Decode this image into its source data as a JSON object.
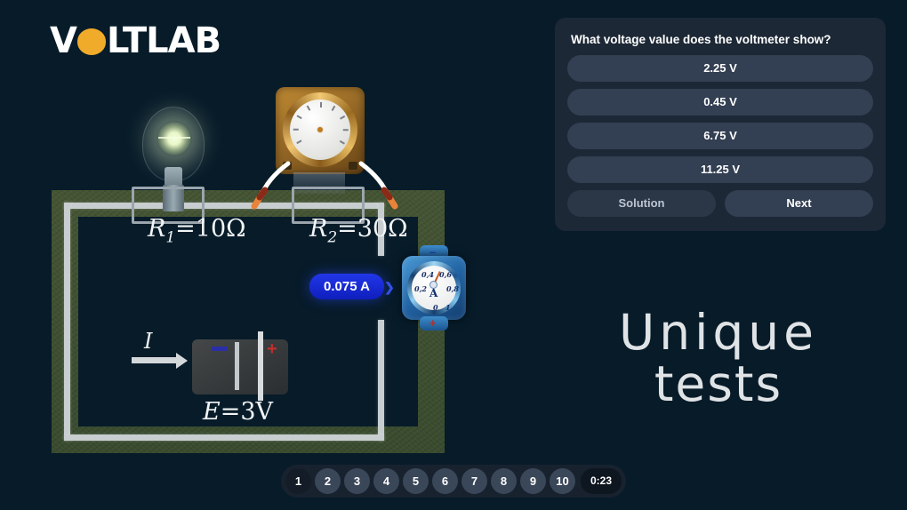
{
  "app": {
    "logo_before": "V",
    "logo_dot": "O",
    "logo_after": "LTLAB",
    "background_color": "#071b29"
  },
  "quiz": {
    "question": "What voltage value does the voltmeter show?",
    "answers": [
      {
        "label": "2.25 V"
      },
      {
        "label": "0.45 V"
      },
      {
        "label": "6.75 V"
      },
      {
        "label": "11.25 V"
      }
    ],
    "solution_label": "Solution",
    "next_label": "Next",
    "panel_color": "#1d2836",
    "answer_color": "#333f52"
  },
  "headline": {
    "line1": "Unique",
    "line2": "tests"
  },
  "circuit": {
    "resistor1_label": "R",
    "resistor1_sub": "1",
    "resistor1_value": "=10",
    "resistor1_unit": "Ω",
    "resistor2_label": "R",
    "resistor2_sub": "2",
    "resistor2_value": "=30",
    "resistor2_unit": "Ω",
    "emf_label": "E",
    "emf_value": "=3",
    "emf_unit": "V",
    "current_label": "I",
    "current_badge": "0.075 A",
    "badge_color": "#1228dd",
    "ammeter_face_label": "A",
    "ammeter_ticks": [
      "0",
      "0,2",
      "0,4",
      "0,6",
      "0,8",
      "1"
    ],
    "ammeter_minus": "–",
    "ammeter_plus": "+",
    "battery_minus": "–",
    "battery_plus": "+"
  },
  "pager": {
    "pages": [
      "1",
      "2",
      "3",
      "4",
      "5",
      "6",
      "7",
      "8",
      "9",
      "10"
    ],
    "active_index": 0,
    "timer": "0:23"
  }
}
